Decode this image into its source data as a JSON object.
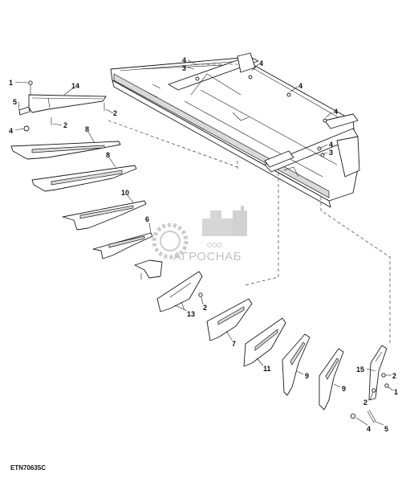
{
  "figure_ref": "ETN70635C",
  "watermark": {
    "line1": "ООО",
    "line2": "АГРОСНАБ"
  },
  "callouts": [
    "1",
    "14",
    "5",
    "4",
    "2",
    "2",
    "8",
    "8",
    "10",
    "6",
    "2",
    "13",
    "7",
    "11",
    "9",
    "9",
    "15",
    "2",
    "2",
    "1",
    "4",
    "5",
    "4",
    "3",
    "4",
    "4",
    "4",
    "4",
    "3"
  ]
}
